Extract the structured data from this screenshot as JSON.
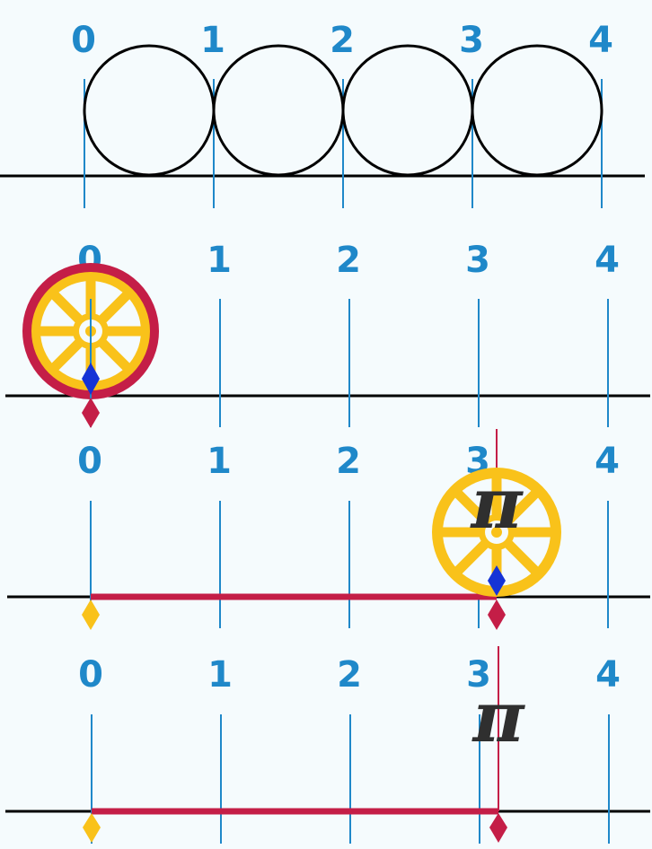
{
  "panels": [
    {
      "id": "circles-row",
      "tick_labels": [
        "0",
        "1",
        "2",
        "3",
        "4"
      ]
    },
    {
      "id": "wheel-start",
      "tick_labels": [
        "0",
        "1",
        "2",
        "3",
        "4"
      ]
    },
    {
      "id": "wheel-end",
      "tick_labels": [
        "0",
        "1",
        "2",
        "3",
        "4"
      ],
      "marker_symbol": "π"
    },
    {
      "id": "segment-only",
      "tick_labels": [
        "0",
        "1",
        "2",
        "3",
        "4"
      ],
      "marker_symbol": "π"
    }
  ],
  "colors": {
    "background": "#f5fbfd",
    "tick_blue": "#1f88c9",
    "axis_black": "#000000",
    "wheel_yellow": "#f9c21a",
    "wheel_rim_red": "#c41e47",
    "segment_red": "#c41e47",
    "diamond_blue": "#1533d6",
    "diamond_red": "#c41e47",
    "diamond_yellow": "#f9c21a",
    "pi_gray": "#2f2f2f"
  }
}
